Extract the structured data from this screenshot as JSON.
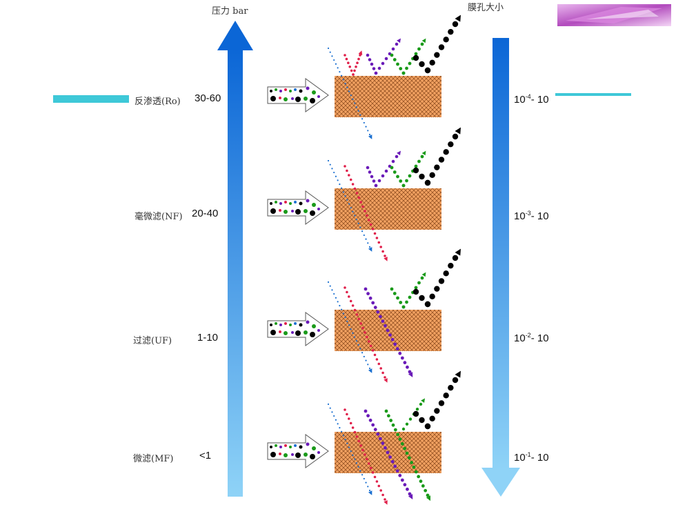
{
  "header": {
    "pressure_axis_label": "压力 bar",
    "pore_axis_label": "膜孔大小"
  },
  "rows": [
    {
      "name": "反渗透(Ro)",
      "pressure": "30-60",
      "range_base": "10",
      "range_exp": "-4",
      "range_tail": "- 10"
    },
    {
      "name": "毫微滤(NF)",
      "pressure": "20-40",
      "range_base": "10",
      "range_exp": "-3",
      "range_tail": "- 10"
    },
    {
      "name": "过滤(UF)",
      "pressure": "1-10",
      "range_base": "10",
      "range_exp": "-2",
      "range_tail": "- 10"
    },
    {
      "name": "微滤(MF)",
      "pressure": "<1",
      "range_base": "10",
      "range_exp": "-1",
      "range_tail": "- 10"
    }
  ],
  "colors": {
    "arrow_top": "#0b66d6",
    "arrow_bottom": "#8fd3f7",
    "membrane": "#f0a060",
    "accent_bar": "#3ec8d8",
    "particles": [
      "#1a6fd0",
      "#e0204a",
      "#6a1bb8",
      "#1a9a1a",
      "#000000"
    ]
  },
  "icons": {
    "pressure_arrow": "up-arrow-gradient",
    "pore_arrow": "down-arrow-gradient",
    "logo": "pink-streak-logo"
  }
}
